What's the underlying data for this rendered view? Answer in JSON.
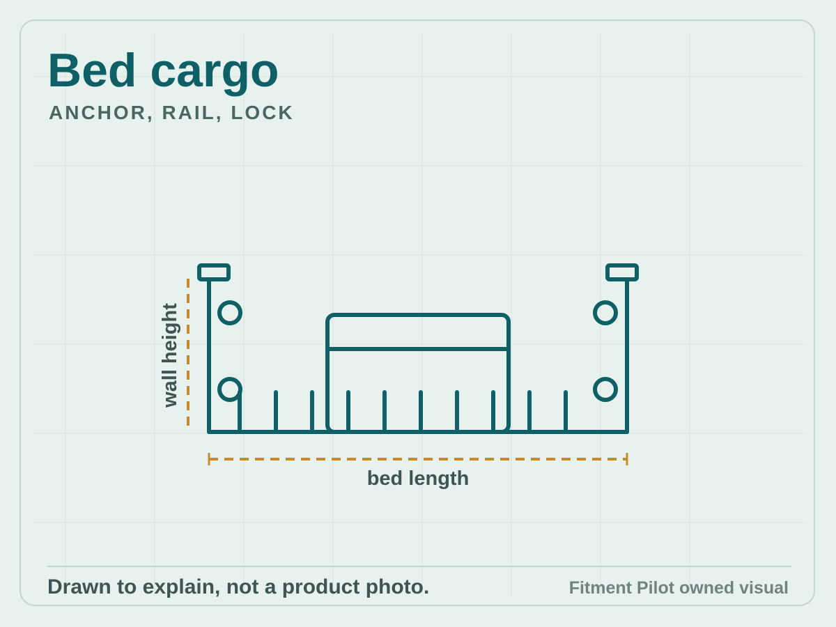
{
  "header": {
    "title": "Bed cargo",
    "subtitle": "ANCHOR, RAIL, LOCK"
  },
  "diagram": {
    "height_label": "wall height",
    "length_label": "bed length",
    "colors": {
      "stroke": "#0f6066",
      "dimension": "#c98a2c",
      "label": "#3f5553"
    }
  },
  "footer": {
    "note": "Drawn to explain, not a product photo.",
    "credit": "Fitment Pilot owned visual"
  }
}
